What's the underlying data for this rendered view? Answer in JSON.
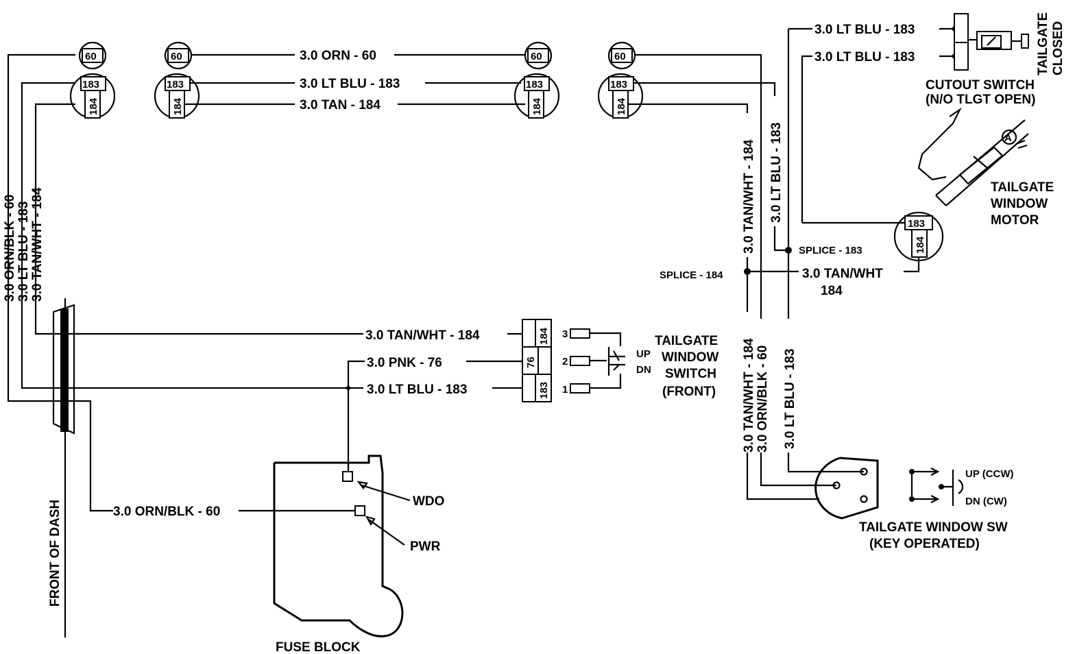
{
  "wires": {
    "orn_60": "3.0 ORN - 60",
    "ltblu_183": "3.0 LT BLU - 183",
    "tan_184": "3.0 TAN - 184",
    "tanwht_184": "3.0 TAN/WHT - 184",
    "pnk_76": "3.0  PNK - 76",
    "ornblk_60": "3.0 ORN/BLK - 60",
    "tanwht_short": "3.0 TAN/WHT",
    "num_184": "184"
  },
  "connectors": {
    "c60": "60",
    "c183": "183",
    "c184": "184",
    "c76": "76"
  },
  "splices": {
    "s183": "SPLICE - 183",
    "s184": "SPLICE - 184"
  },
  "components": {
    "tailgate_closed_1": "TAILGATE",
    "tailgate_closed_2": "CLOSED",
    "cutout_1": "CUTOUT SWITCH",
    "cutout_2": "(N/O TLGT OPEN)",
    "motor_1": "TAILGATE",
    "motor_2": "WINDOW",
    "motor_3": "MOTOR",
    "front_sw_1": "TAILGATE",
    "front_sw_2": "WINDOW",
    "front_sw_3": "SWITCH",
    "front_sw_4": "(FRONT)",
    "key_sw_1": "TAILGATE WINDOW SW",
    "key_sw_2": "(KEY OPERATED)",
    "up": "UP",
    "dn": "DN",
    "up_ccw": "UP (CCW)",
    "dn_cw": "DN (CW)",
    "wdo": "WDO",
    "pwr": "PWR",
    "fuse_block": "FUSE BLOCK",
    "front_of_dash": "FRONT OF DASH",
    "pin1": "1",
    "pin2": "2",
    "pin3": "3",
    "motor_a": "A"
  }
}
